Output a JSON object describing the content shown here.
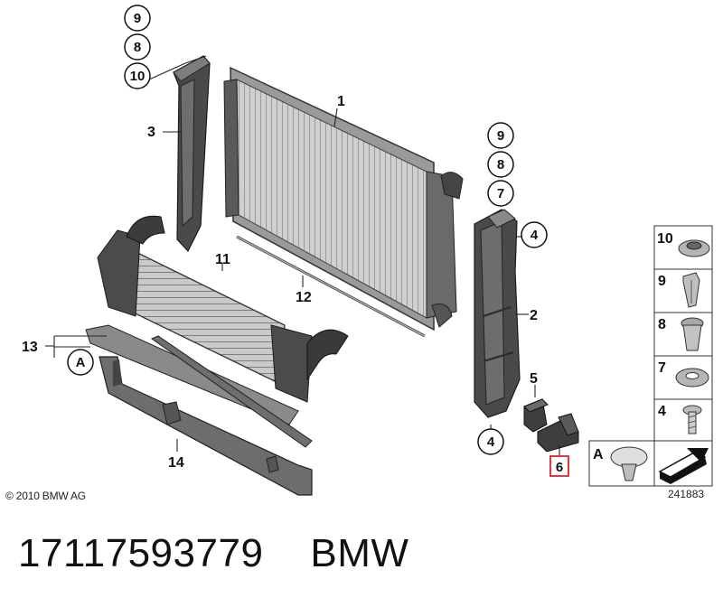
{
  "diagram": {
    "callouts": {
      "c1": "1",
      "c2": "2",
      "c3": "3",
      "c4a": "4",
      "c4b": "4",
      "c5": "5",
      "c6": "6",
      "c7": "7",
      "c8a": "8",
      "c8b": "8",
      "c9a": "9",
      "c9b": "9",
      "c10": "10",
      "c11": "11",
      "c12": "12",
      "c13": "13",
      "c14": "14",
      "cA": "A"
    },
    "legend": {
      "r10": "10",
      "r9": "9",
      "r8": "8",
      "r7": "7",
      "r4": "4",
      "rA": "A"
    },
    "highlight_color": "#d9262c"
  },
  "footer": {
    "copyright": "© 2010 BMW AG",
    "drawing_id": "241883"
  },
  "caption": {
    "part_number": "17117593779",
    "brand": "BMW"
  }
}
